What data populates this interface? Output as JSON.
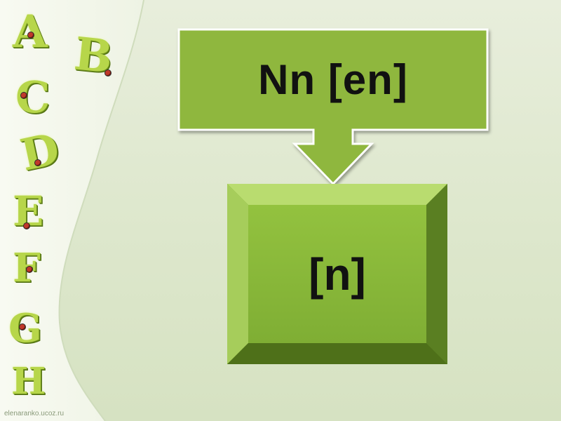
{
  "slide": {
    "top_callout": "Nn [en]",
    "box_text": "[n]",
    "watermark": "elenaranko.ucoz.ru",
    "decorative_letters": [
      "A",
      "B",
      "C",
      "D",
      "E",
      "F",
      "G",
      "H"
    ],
    "colors": {
      "background": "#dde7cc",
      "callout_fill": "#8fb73e",
      "box_fill": "#8ab83c",
      "letter_green": "#b7d64a"
    }
  }
}
